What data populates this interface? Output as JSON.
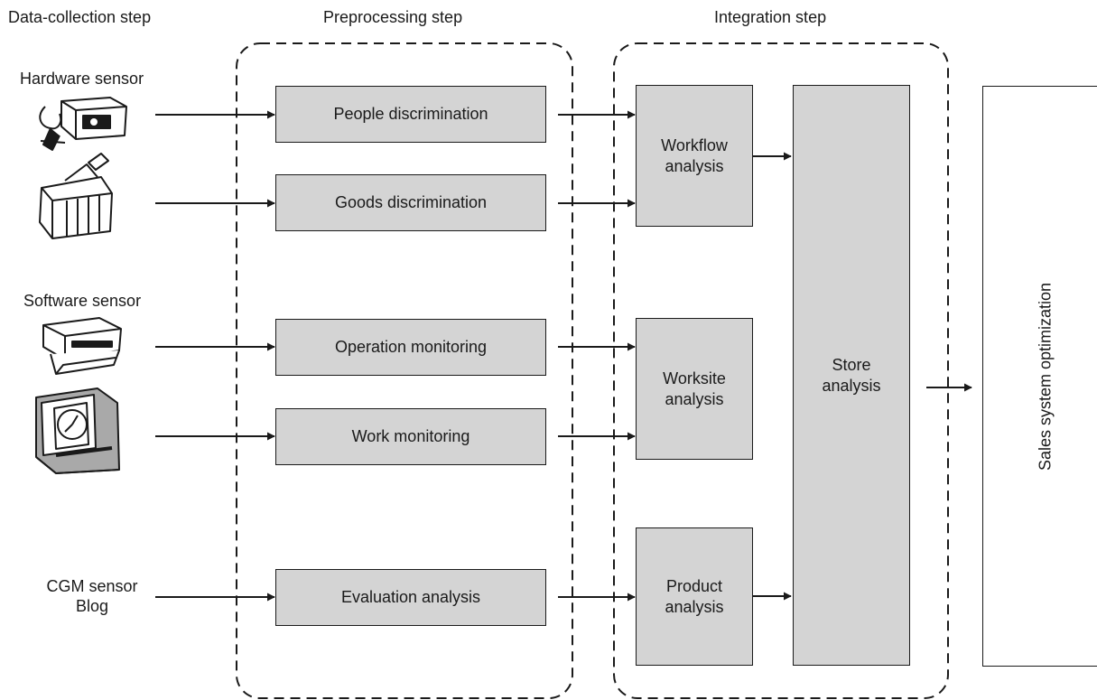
{
  "steps": {
    "data_collection": "Data-collection step",
    "preprocessing": "Preprocessing step",
    "integration": "Integration step"
  },
  "sensors": {
    "hardware": "Hardware sensor",
    "software": "Software sensor",
    "cgm": "CGM sensor\nBlog"
  },
  "preprocessing_boxes": {
    "people": "People discrimination",
    "goods": "Goods discrimination",
    "operation": "Operation monitoring",
    "work": "Work monitoring",
    "evaluation": "Evaluation analysis"
  },
  "integration_boxes": {
    "workflow": "Workflow\nanalysis",
    "worksite": "Worksite\nanalysis",
    "product": "Product\nanalysis",
    "store": "Store\nanalysis"
  },
  "output": {
    "sales": "Sales system optimization"
  },
  "icons": [
    "camera-sensor-icon",
    "rfid-reader-icon",
    "printer-icon",
    "time-clock-icon"
  ],
  "colors": {
    "box_fill": "#d4d4d4",
    "stroke": "#1a1a1a"
  }
}
